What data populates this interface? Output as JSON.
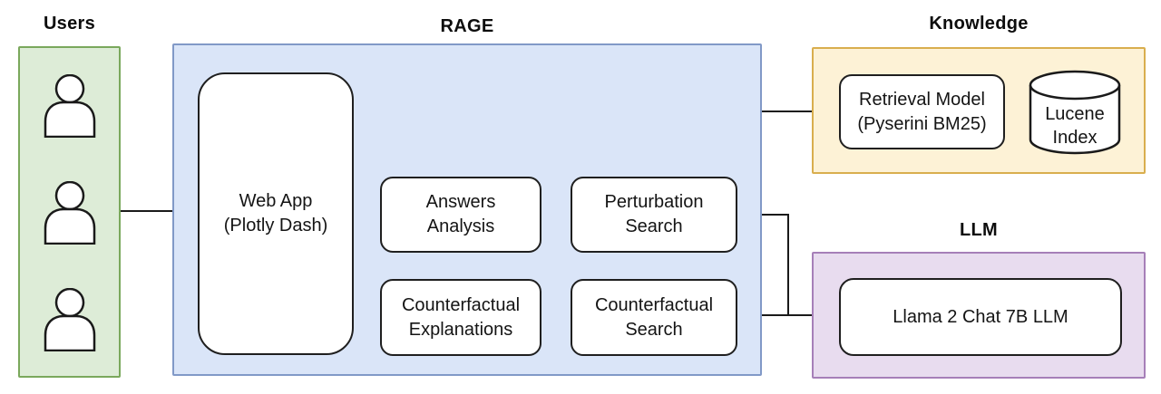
{
  "diagram": {
    "groups": {
      "users": {
        "label": "Users",
        "fill": "#ddecd7",
        "border": "#7aa85c"
      },
      "rage": {
        "label": "RAGE",
        "fill": "#dae5f8",
        "border": "#8199c7"
      },
      "knowledge": {
        "label": "Knowledge",
        "fill": "#fdf2d6",
        "border": "#d9ae4e"
      },
      "llm": {
        "label": "LLM",
        "fill": "#e8dcef",
        "border": "#a67fb8"
      }
    },
    "nodes": {
      "webapp": {
        "line1": "Web App",
        "line2": "(Plotly Dash)"
      },
      "answers_analysis": {
        "line1": "Answers",
        "line2": "Analysis"
      },
      "perturbation_search": {
        "line1": "Perturbation",
        "line2": "Search"
      },
      "counterfactual_explanations": {
        "line1": "Counterfactual",
        "line2": "Explanations"
      },
      "counterfactual_search": {
        "line1": "Counterfactual",
        "line2": "Search"
      },
      "retrieval_model": {
        "line1": "Retrieval Model",
        "line2": "(Pyserini BM25)"
      },
      "lucene_index": {
        "line1": "Lucene",
        "line2": "Index"
      },
      "llama": {
        "label": "Llama 2 Chat 7B LLM"
      }
    },
    "user_icon_count": 3,
    "edges": [
      {
        "from": "users",
        "to": "rage"
      },
      {
        "from": "webapp",
        "to": "retrieval_model"
      },
      {
        "from": "webapp",
        "to": "answers_analysis"
      },
      {
        "from": "answers_analysis",
        "to": "perturbation_search"
      },
      {
        "from": "perturbation_search",
        "to": "llama"
      },
      {
        "from": "webapp",
        "to": "counterfactual_explanations"
      },
      {
        "from": "counterfactual_explanations",
        "to": "counterfactual_search"
      },
      {
        "from": "counterfactual_search",
        "to": "llama"
      },
      {
        "from": "retrieval_model",
        "to": "lucene_index"
      }
    ]
  }
}
